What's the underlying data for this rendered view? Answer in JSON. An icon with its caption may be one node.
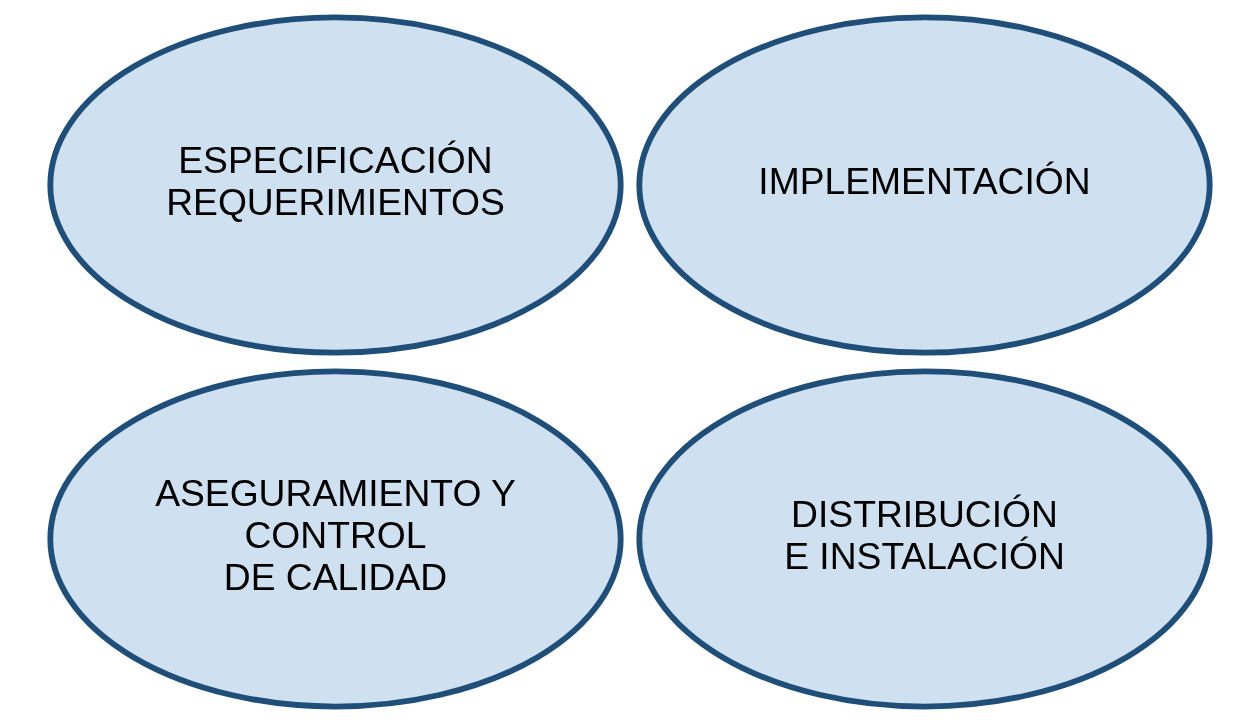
{
  "diagram": {
    "nodes": [
      {
        "text": [
          "ESPECIFICACIÓN REQUERIMIENTOS"
        ]
      },
      {
        "text": [
          "IMPLEMENTACIÓN"
        ]
      },
      {
        "text": [
          "ASEGURAMIENTO Y CONTROL DE CALIDAD"
        ]
      },
      {
        "text": [
          "DISTRIBUCIÓN E INSTALACIÓN"
        ]
      }
    ]
  }
}
